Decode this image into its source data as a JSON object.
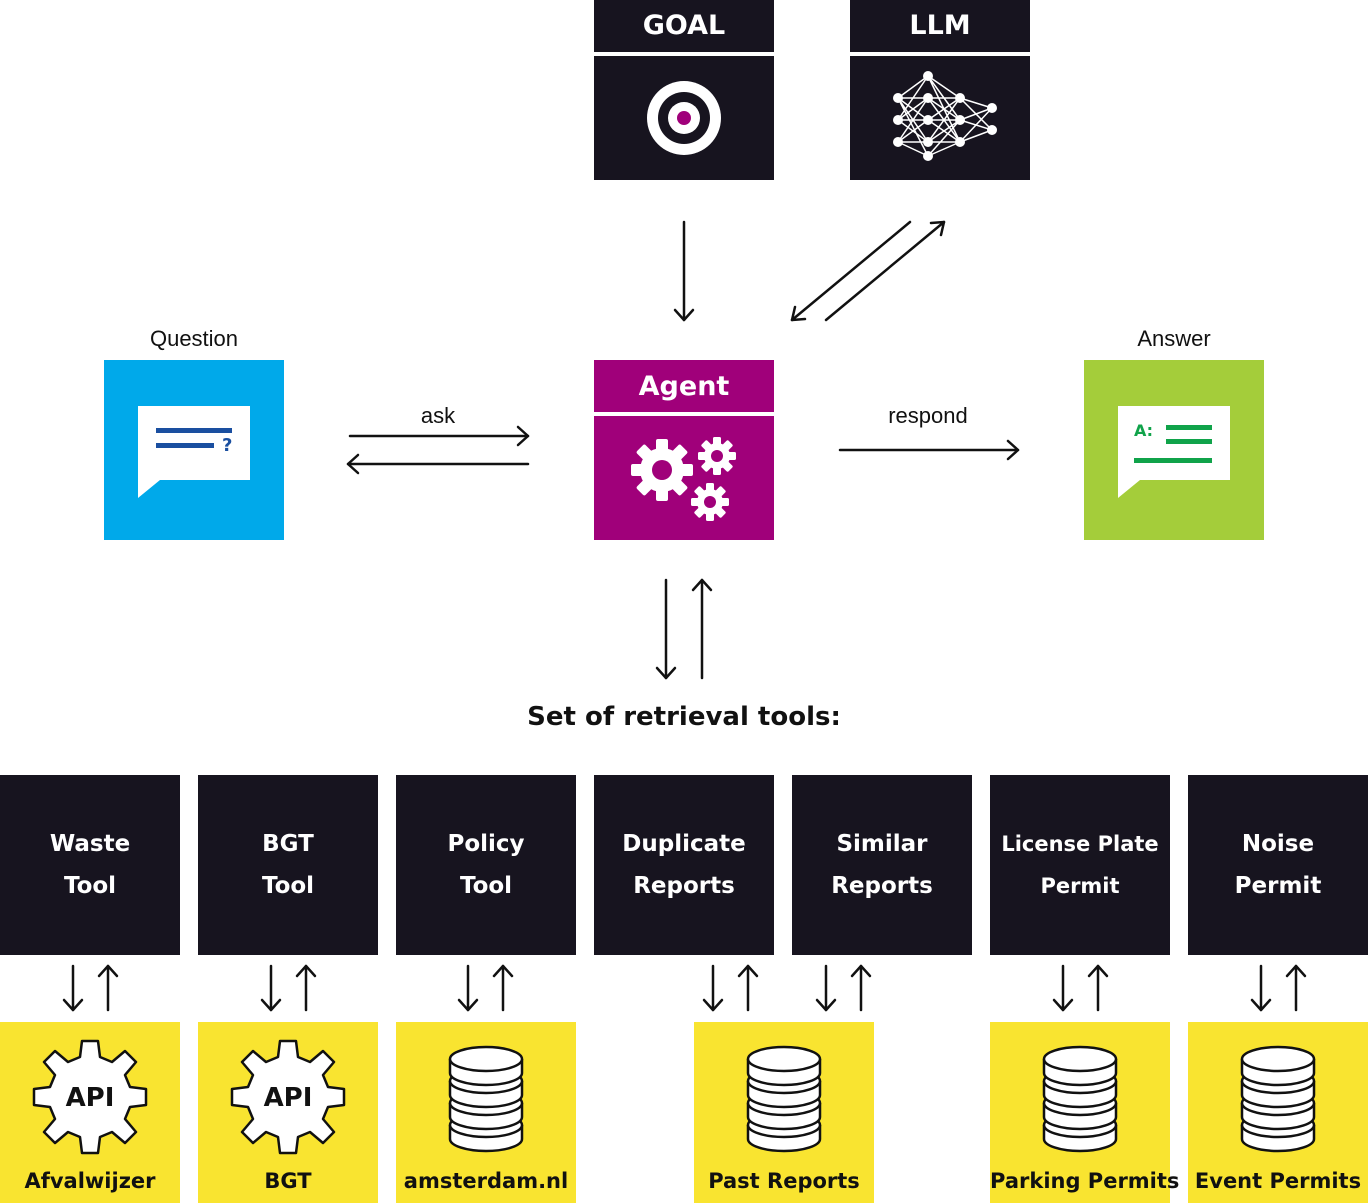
{
  "goal": {
    "title": "GOAL"
  },
  "llm": {
    "title": "LLM"
  },
  "agent": {
    "title": "Agent"
  },
  "question": {
    "label": "Question"
  },
  "answer": {
    "label": "Answer",
    "prefix": "A:"
  },
  "edges": {
    "ask": "ask",
    "respond": "respond"
  },
  "tools_title": "Set of retrieval tools:",
  "tools": [
    {
      "line1": "Waste",
      "line2": "Tool"
    },
    {
      "line1": "BGT",
      "line2": "Tool"
    },
    {
      "line1": "Policy",
      "line2": "Tool"
    },
    {
      "line1": "Duplicate",
      "line2": "Reports"
    },
    {
      "line1": "Similar",
      "line2": "Reports"
    },
    {
      "line1": "License Plate",
      "line2": "Permit"
    },
    {
      "line1": "Noise",
      "line2": "Permit"
    }
  ],
  "sources": [
    {
      "label": "Afvalwijzer",
      "kind": "API",
      "icon": "gear-api-icon"
    },
    {
      "label": "BGT",
      "kind": "API",
      "icon": "gear-api-icon"
    },
    {
      "label": "amsterdam.nl",
      "icon": "database-icon"
    },
    {
      "label": "Past Reports",
      "icon": "database-icon"
    },
    {
      "label": "Parking Permits",
      "icon": "database-icon"
    },
    {
      "label": "Event Permits",
      "icon": "database-icon"
    }
  ],
  "colors": {
    "dark": "#17141f",
    "agent": "#a0007a",
    "question": "#00a9ea",
    "answer": "#a4cd3a",
    "source": "#f9e430",
    "question_lines": "#1a4fa0",
    "answer_lines": "#10a34a"
  }
}
